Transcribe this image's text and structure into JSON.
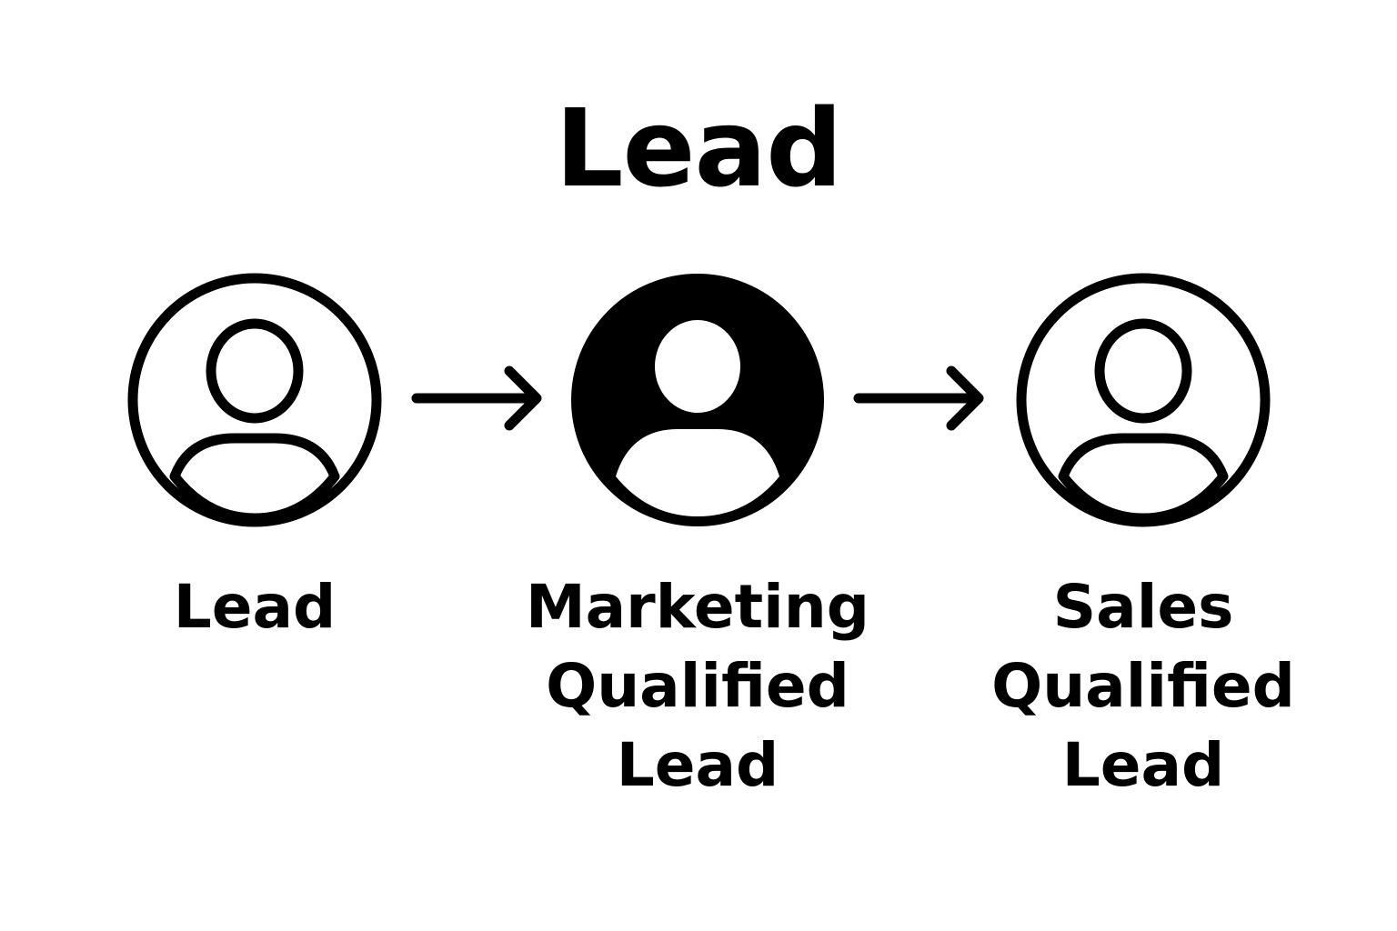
{
  "title": "Lead",
  "stages": [
    {
      "label_lines": [
        "Lead"
      ],
      "icon": "person-outline-icon",
      "filled": false
    },
    {
      "label_lines": [
        "Marketing",
        "Qualified",
        "Lead"
      ],
      "icon": "person-filled-icon",
      "filled": true
    },
    {
      "label_lines": [
        "Sales",
        "Qualified",
        "Lead"
      ],
      "icon": "person-outline-icon",
      "filled": false
    }
  ],
  "connectors": [
    "arrow-right-icon",
    "arrow-right-icon"
  ],
  "colors": {
    "ink": "#000000",
    "background": "#ffffff"
  }
}
